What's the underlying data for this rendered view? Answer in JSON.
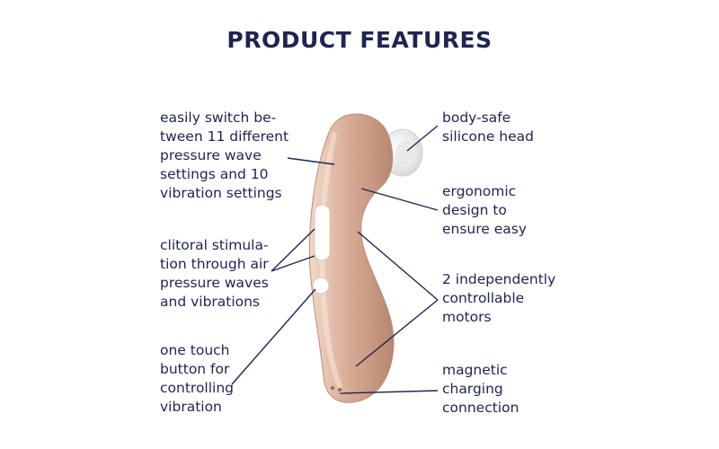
{
  "title": "PRODUCT FEATURES",
  "features_left": [
    {
      "name": "pressure-settings",
      "lines": [
        "easily switch be-",
        "tween 11 different",
        "pressure wave",
        "settings and 10",
        "vibration settings"
      ]
    },
    {
      "name": "clitoral-stimulation",
      "lines": [
        "clitoral stimula-",
        "tion through air",
        "pressure waves",
        "and vibrations"
      ]
    },
    {
      "name": "one-touch-button",
      "lines": [
        "one touch",
        "button for",
        "controlling",
        "vibration"
      ]
    }
  ],
  "features_right": [
    {
      "name": "silicone-head",
      "lines": [
        "body-safe",
        "silicone head"
      ]
    },
    {
      "name": "ergonomic-design",
      "lines": [
        "ergonomic",
        "design to",
        "ensure easy"
      ]
    },
    {
      "name": "motors",
      "lines": [
        "2 independently",
        "controllable",
        "motors"
      ]
    },
    {
      "name": "magnetic-charging",
      "lines": [
        "magnetic",
        "charging",
        "connection"
      ]
    }
  ],
  "colors": {
    "text": "#1f2451",
    "body": "#dcb39e",
    "head": "#f4f4f4",
    "lines": "#1f2451"
  }
}
